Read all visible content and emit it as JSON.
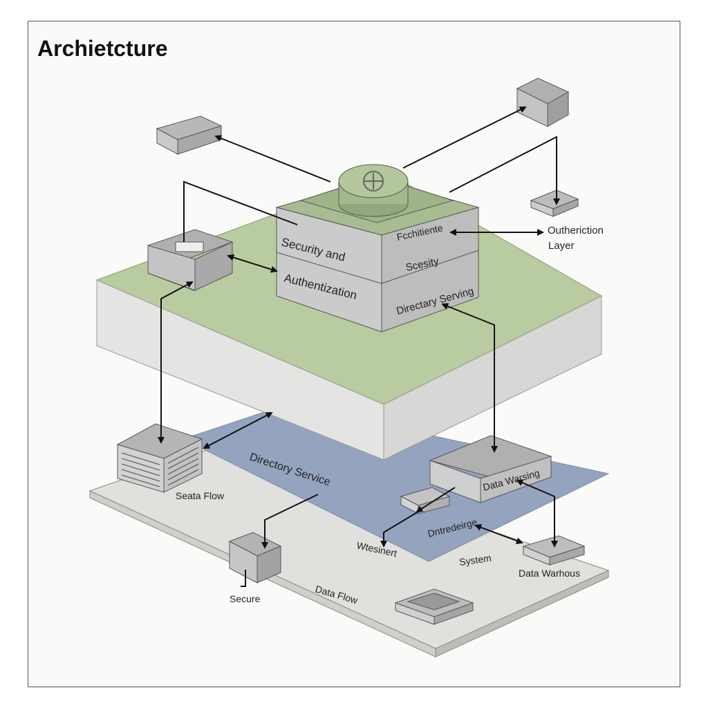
{
  "title": "Archietcture",
  "labels": {
    "top_box_header": "Fcchitiente",
    "security_and": "Security and",
    "authentication": "Authentization",
    "right_security": "Scesity",
    "directory_serving": "Directary Serving",
    "outheriction": "Outheriction",
    "layer": "Layer",
    "directory_service": "Directory Service",
    "data_warehousing": "Data Warsing",
    "seata_flow": "Seata Flow",
    "dntrederge": "Dntredeirge",
    "wtesinert": "Wtesinert",
    "system": "System",
    "data_warehouse": "Data Warhous",
    "secure": "Secure",
    "data_flow": "Data Flow"
  },
  "colors": {
    "green_layer": "#b9cca0",
    "blue_layer": "#94a4bf",
    "base_layer": "#e0e0dc",
    "box_face": "#c8c8c8",
    "box_top": "#a8a8a8",
    "line": "#111111"
  }
}
